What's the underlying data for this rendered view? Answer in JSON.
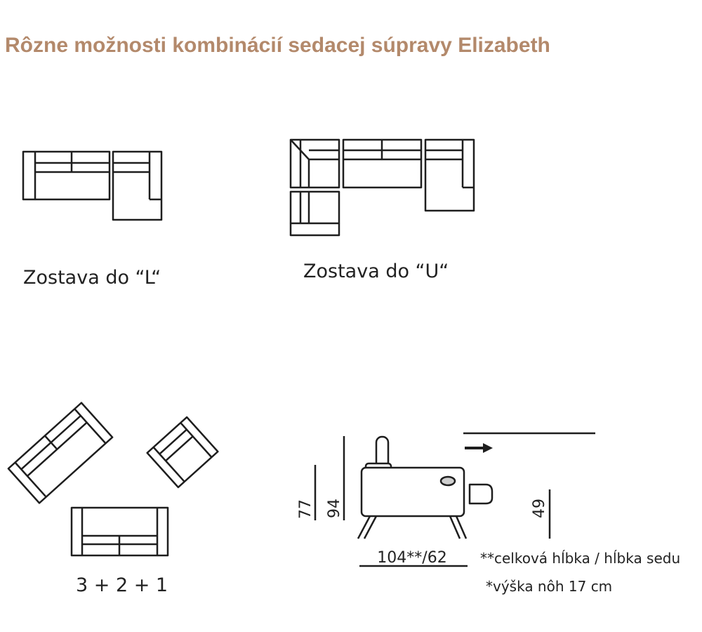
{
  "title": "Rôzne možnosti kombinácií sedacej súpravy Elizabeth",
  "colors": {
    "title": "#b3896b",
    "lines": "#1e1e1e",
    "accent_fill": "#cfcfcf"
  },
  "captions": {
    "l_shape": "Zostava do “L“",
    "u_shape": "Zostava do “U“",
    "set": "3 + 2 + 1"
  },
  "dimensions": {
    "height_backrest": "77",
    "height_headrest": "94",
    "seat_height": "49",
    "depth": "104**/62"
  },
  "notes": {
    "depth_note": "**celková hĺbka / hĺbka sedu",
    "legs_note": "*výška nôh 17 cm"
  },
  "icons": {
    "direction": "arrow-right-icon"
  }
}
